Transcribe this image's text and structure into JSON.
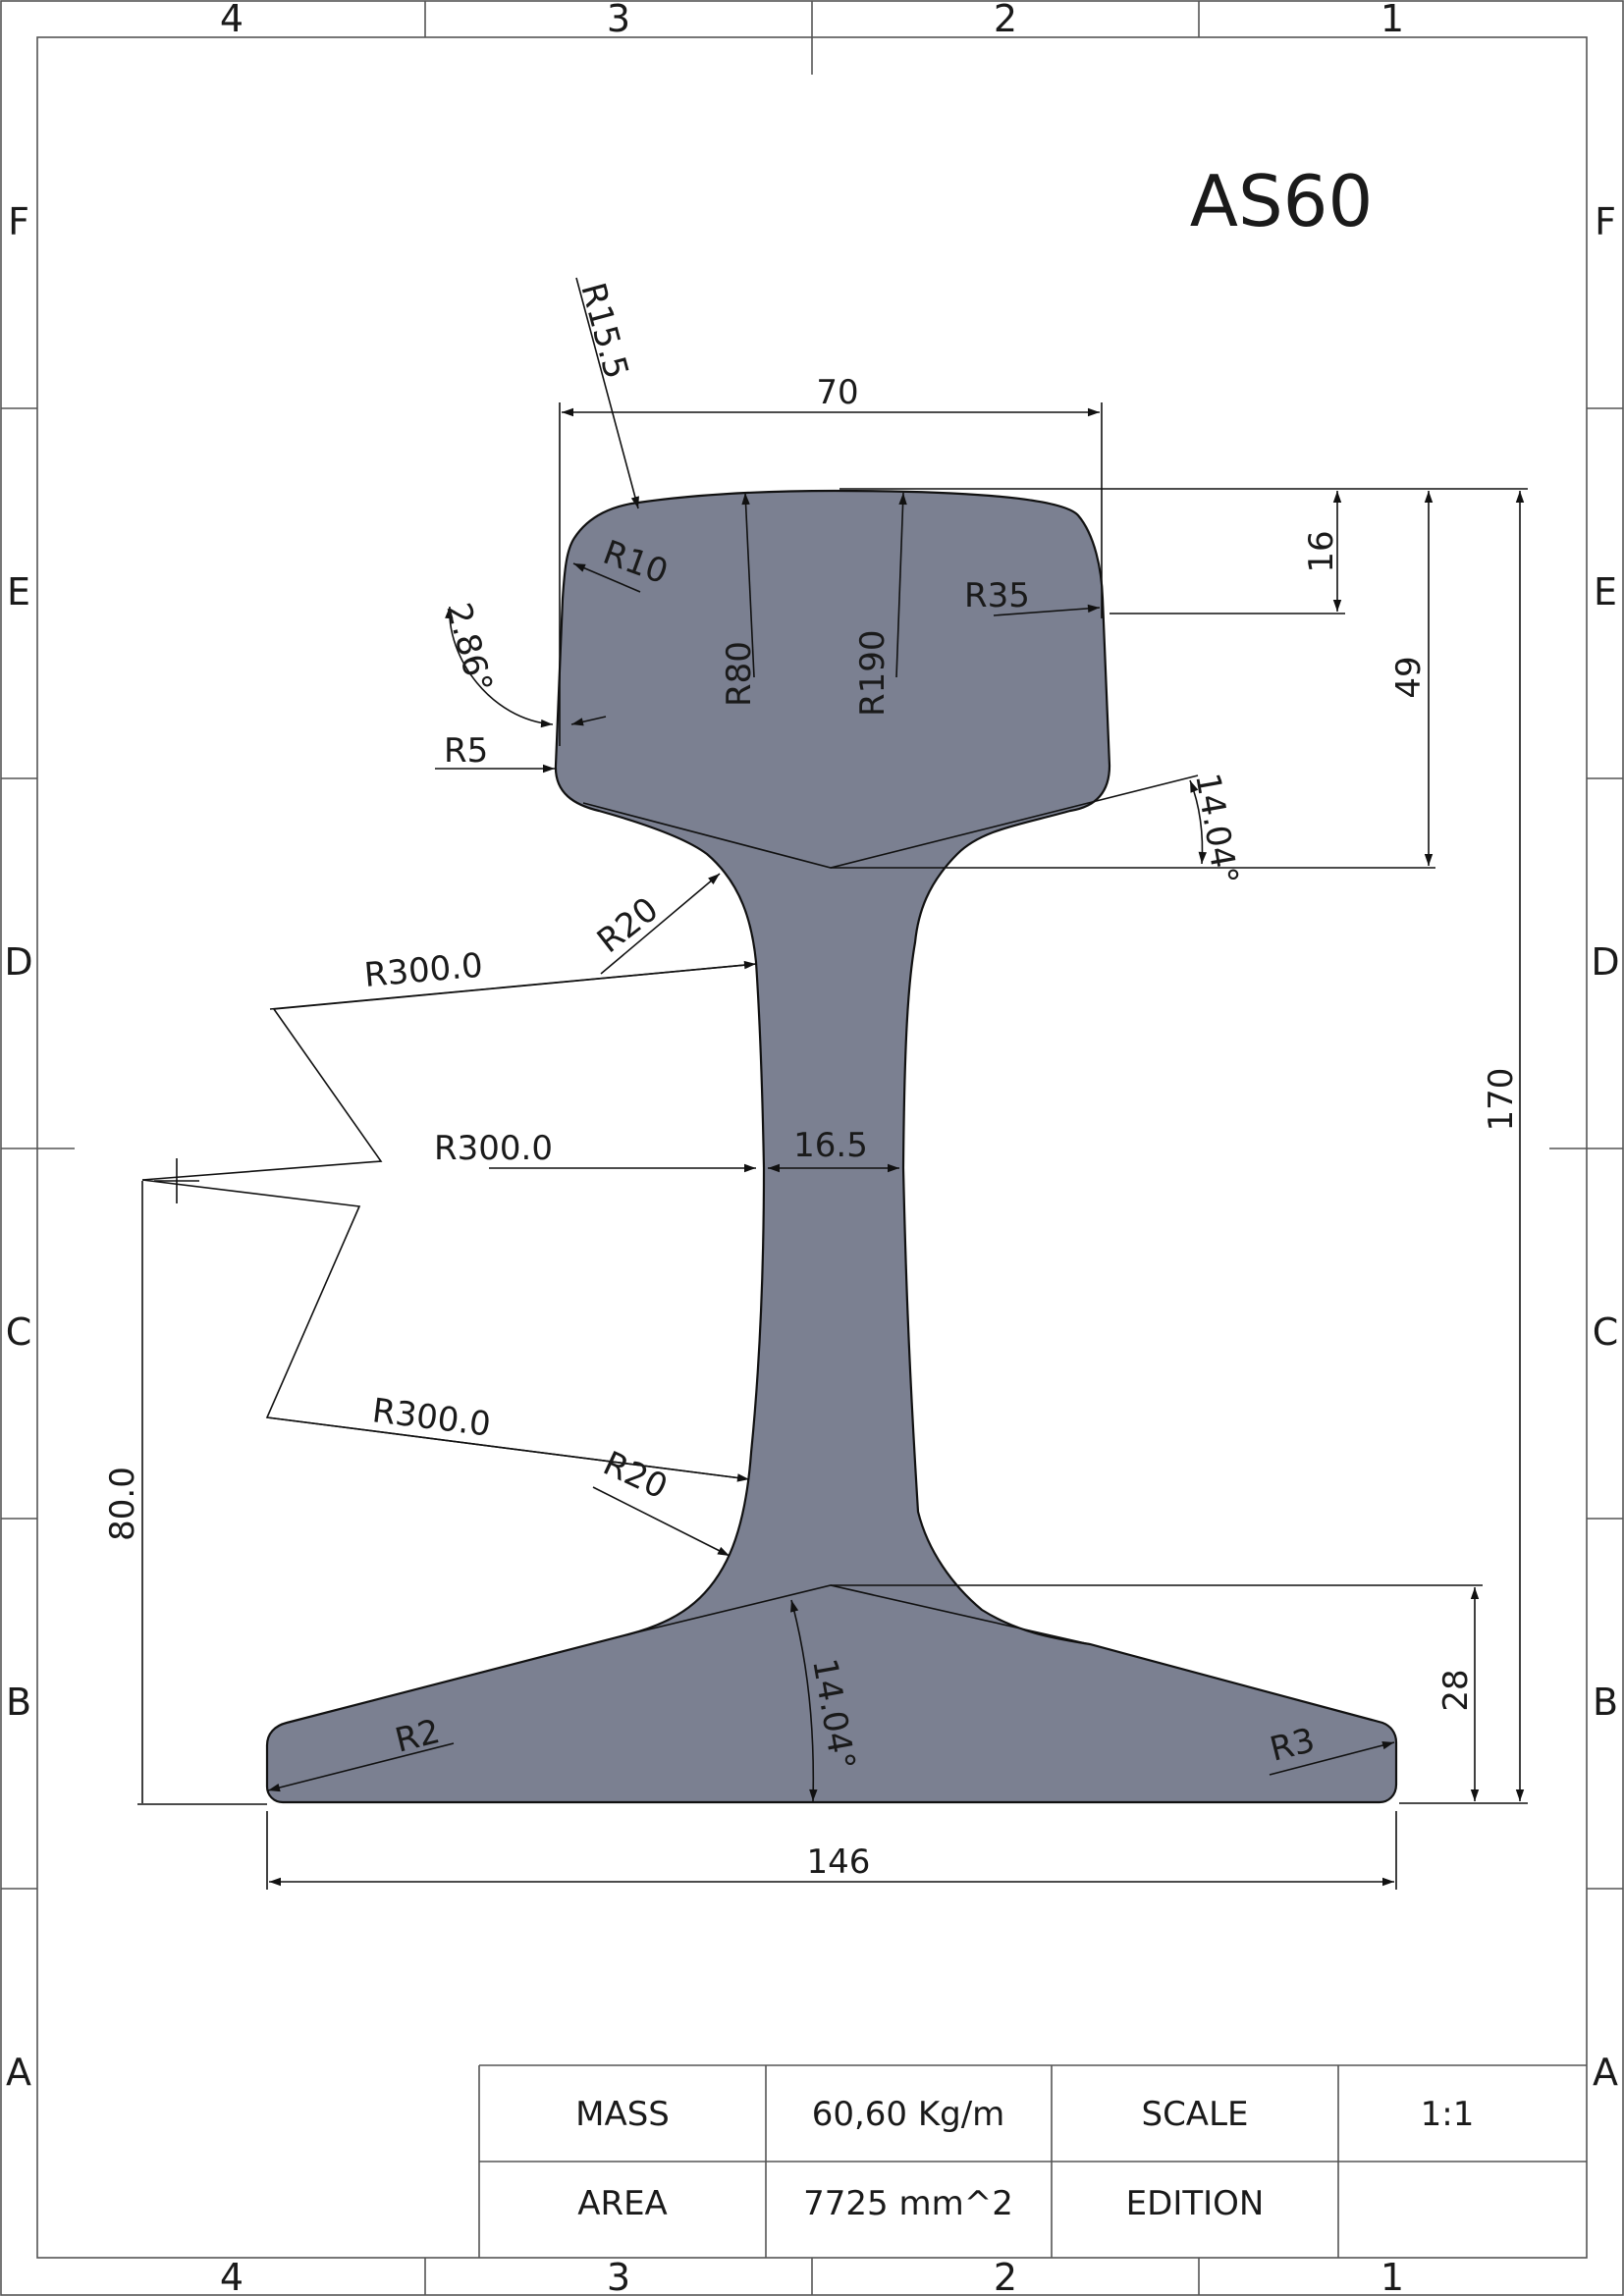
{
  "title": "AS60",
  "zones": {
    "columns": [
      "4",
      "3",
      "2",
      "1"
    ],
    "rows": [
      "F",
      "E",
      "D",
      "C",
      "B",
      "A"
    ]
  },
  "dimensions": {
    "head_width": "70",
    "head_top_height": "16",
    "head_height": "49",
    "total_height": "170",
    "web_thickness": "16.5",
    "foot_height": "28",
    "foot_width": "146",
    "web_center_height": "80.0",
    "r_15_5": "R15.5",
    "r_10": "R10",
    "r_80": "R80",
    "r_190": "R190",
    "r_35": "R35",
    "r_5": "R5",
    "angle_head_side": "2.86°",
    "angle_head_underside": "14.04°",
    "r_20_top": "R20",
    "r_300_top": "R300.0",
    "r_300_mid": "R300.0",
    "r_300_bottom": "R300.0",
    "r_20_bottom": "R20",
    "r_2": "R2",
    "angle_foot": "14.04°",
    "r_3": "R3"
  },
  "title_block": {
    "mass_label": "MASS",
    "mass_value": "60,60 Kg/m",
    "scale_label": "SCALE",
    "scale_value": "1:1",
    "area_label": "AREA",
    "area_value": "7725 mm^2",
    "edition_label": "EDITION",
    "edition_value": ""
  },
  "colors": {
    "profile_fill": "#7b8091",
    "line": "#111111"
  }
}
